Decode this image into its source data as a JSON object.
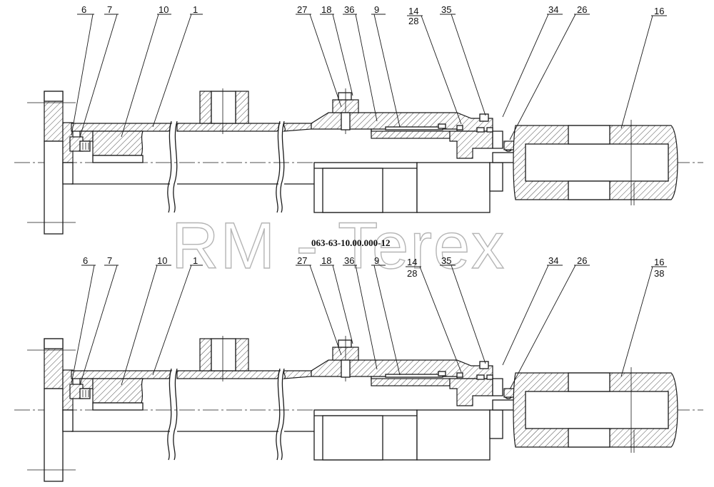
{
  "drawing_code": "063-63-10.00.000-12",
  "watermark": "RM - Terex",
  "upper_view": {
    "callouts": [
      {
        "id": "c6",
        "label": "6"
      },
      {
        "id": "c7",
        "label": "7"
      },
      {
        "id": "c10",
        "label": "10"
      },
      {
        "id": "c1",
        "label": "1"
      },
      {
        "id": "c27",
        "label": "27"
      },
      {
        "id": "c18",
        "label": "18"
      },
      {
        "id": "c36",
        "label": "36"
      },
      {
        "id": "c9",
        "label": "9"
      },
      {
        "id": "c14",
        "label": "14",
        "sub": "28"
      },
      {
        "id": "c35",
        "label": "35"
      },
      {
        "id": "c34",
        "label": "34"
      },
      {
        "id": "c26",
        "label": "26"
      },
      {
        "id": "c16",
        "label": "16"
      }
    ]
  },
  "lower_view": {
    "callouts": [
      {
        "id": "d6",
        "label": "6"
      },
      {
        "id": "d7",
        "label": "7"
      },
      {
        "id": "d10",
        "label": "10"
      },
      {
        "id": "d1",
        "label": "1"
      },
      {
        "id": "d27",
        "label": "27"
      },
      {
        "id": "d18",
        "label": "18"
      },
      {
        "id": "d36",
        "label": "36"
      },
      {
        "id": "d9",
        "label": "9"
      },
      {
        "id": "d14",
        "label": "14",
        "sub": "28"
      },
      {
        "id": "d35",
        "label": "35"
      },
      {
        "id": "d34",
        "label": "34"
      },
      {
        "id": "d26",
        "label": "26"
      },
      {
        "id": "d16",
        "label": "16",
        "sub": "38"
      }
    ]
  }
}
